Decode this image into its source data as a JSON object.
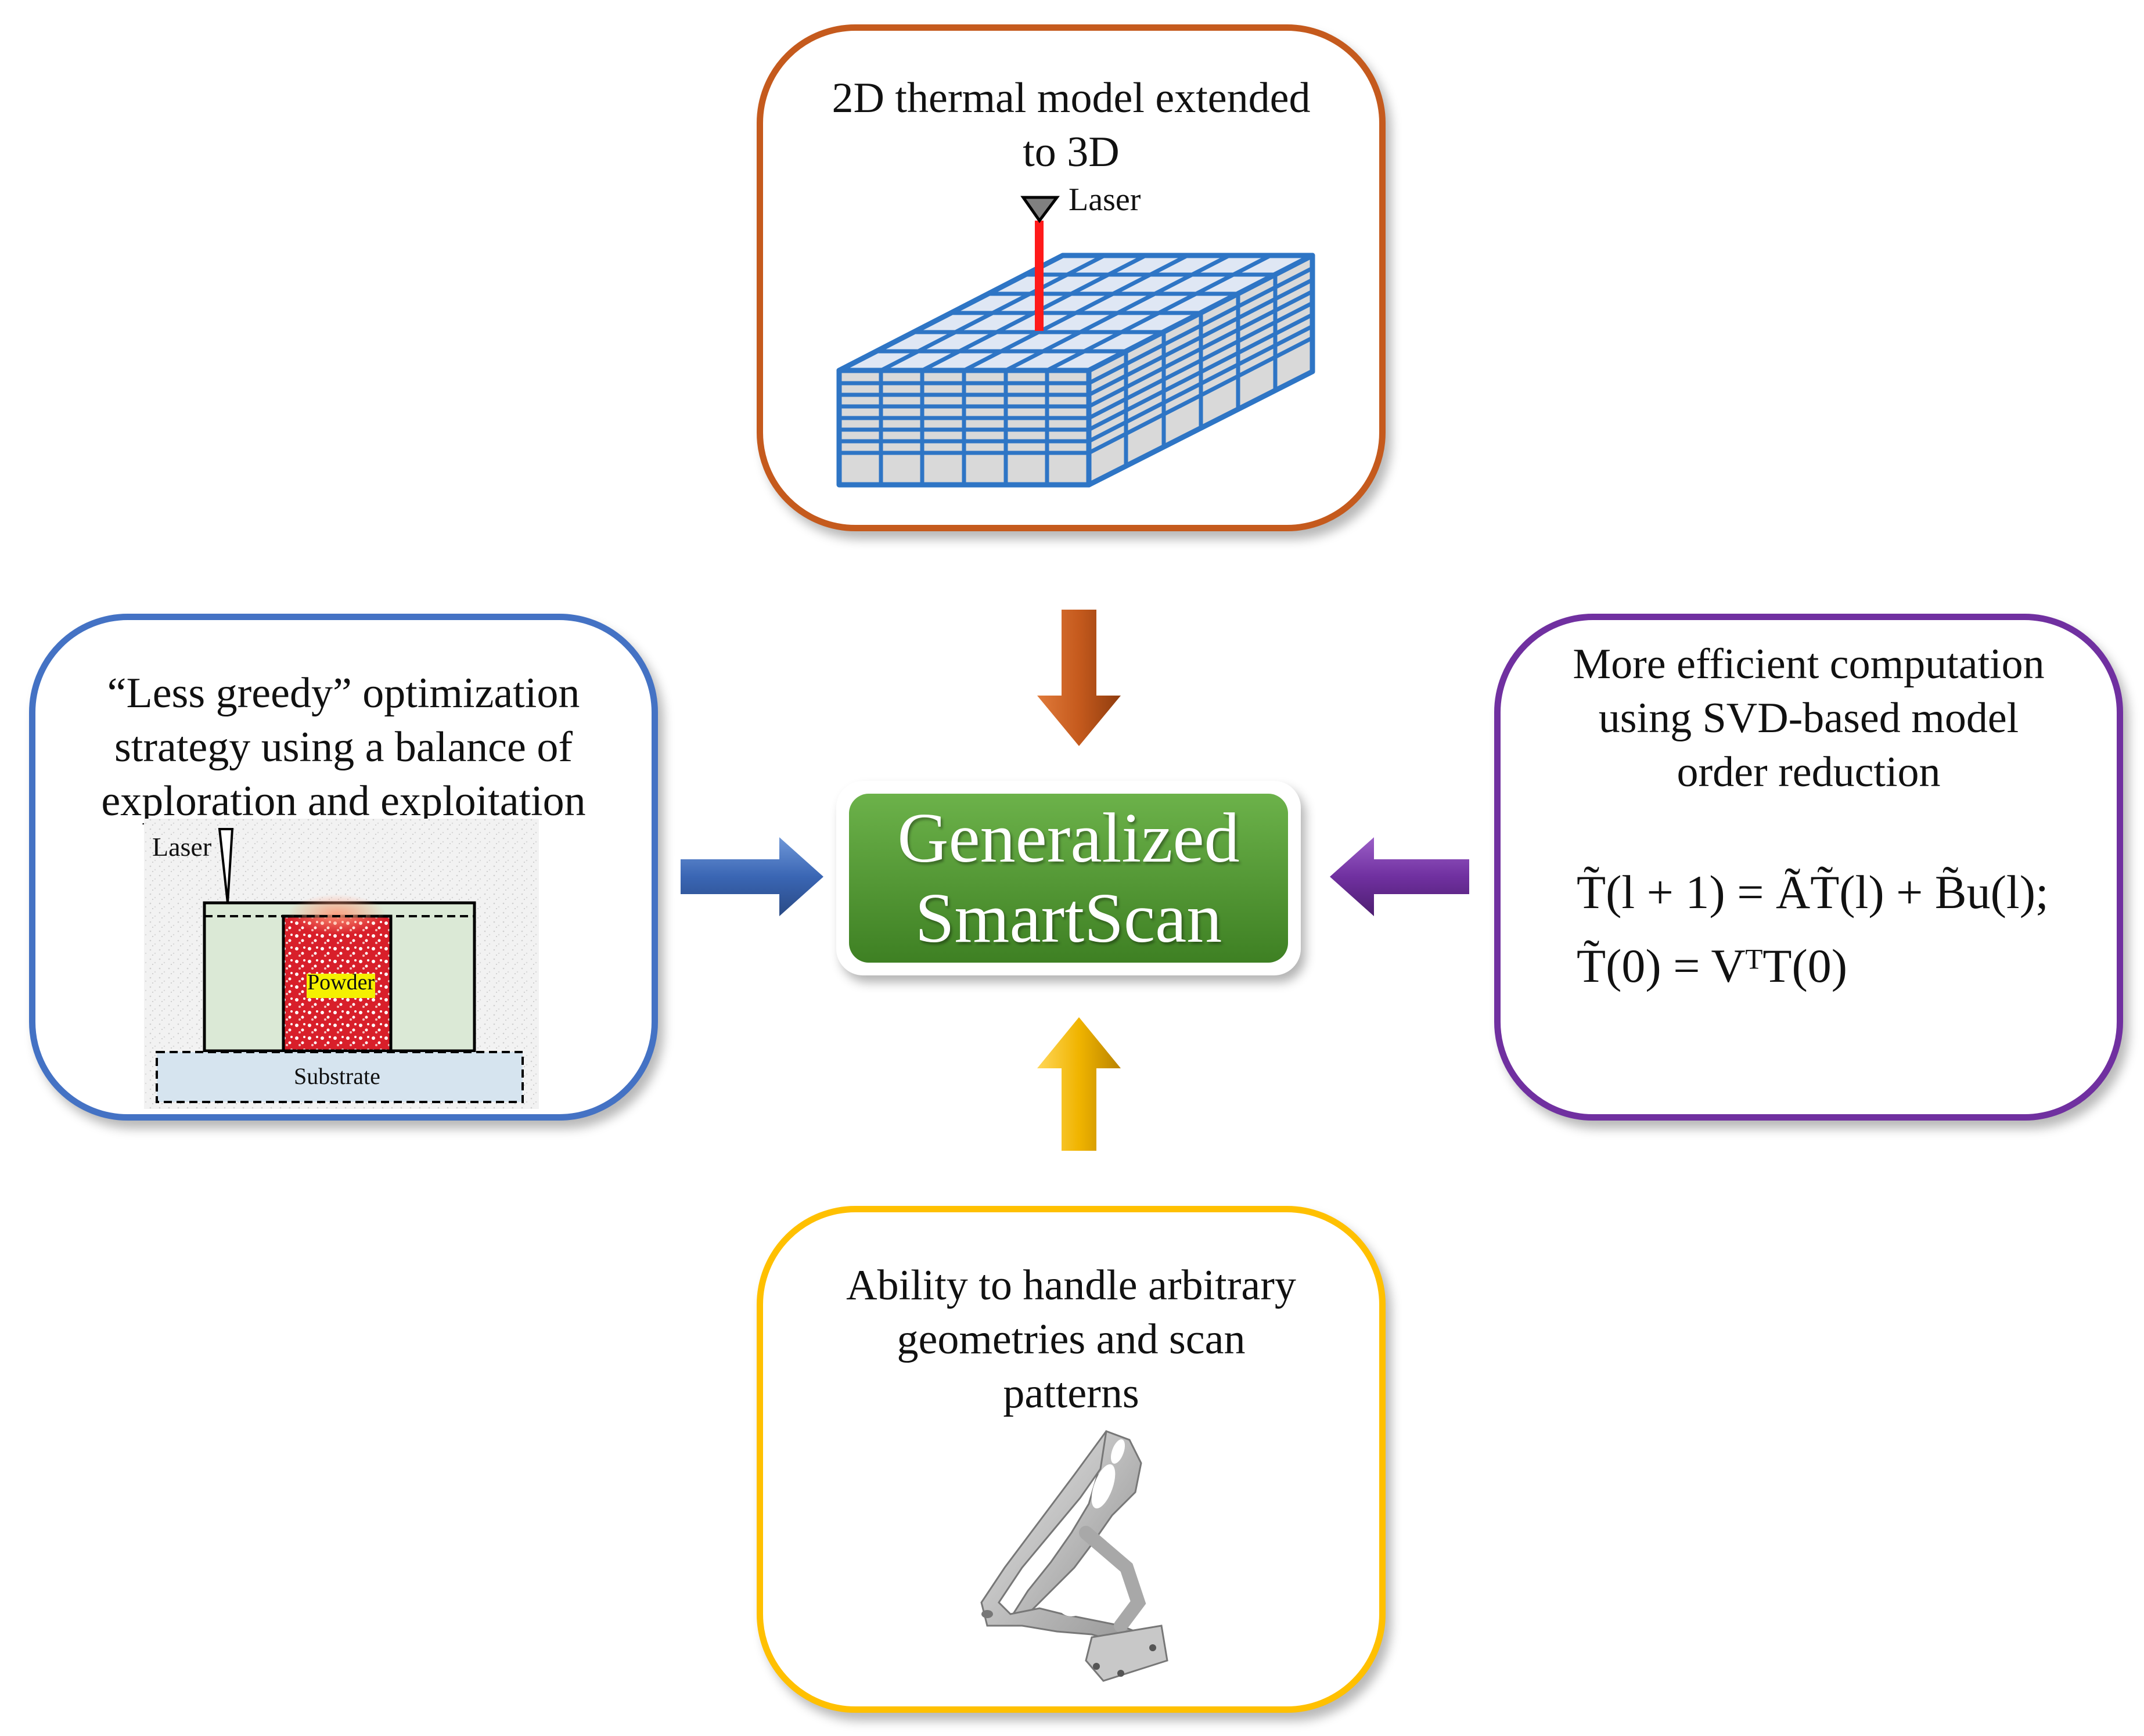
{
  "center": {
    "label": "Generalized\nSmartScan"
  },
  "top_box": {
    "title": "2D thermal model extended\nto 3D",
    "laser_label": "Laser",
    "border_color": "#c55a1d",
    "arrow_color": "#c55a1d"
  },
  "left_box": {
    "title": "“Less greedy” optimization\nstrategy using a balance of\nexploration and exploitation",
    "laser_label": "Laser",
    "powder_label": "Powder",
    "substrate_label": "Substrate",
    "border_color": "#4472c4",
    "arrow_color": "#4472c4"
  },
  "right_box": {
    "title": "More efficient computation\nusing SVD-based model\norder reduction",
    "equation_1": "T̃(l + 1) = ÃT̃(l) + B̃u(l);",
    "equation_2": "T̃(0) = VᵀT(0)",
    "border_color": "#7030a0",
    "arrow_color": "#7030a0"
  },
  "bottom_box": {
    "title": "Ability to handle arbitrary\ngeometries and scan\npatterns",
    "border_color": "#ffc000",
    "arrow_color": "#ffc000"
  }
}
